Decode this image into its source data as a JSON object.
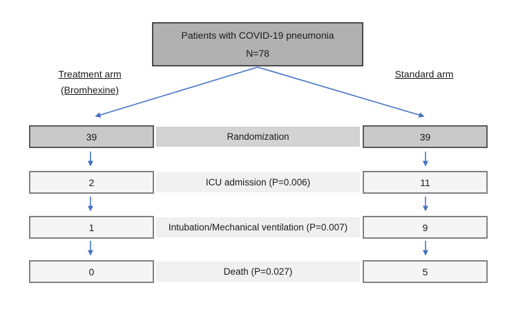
{
  "title_box": {
    "line1": "Patients with COVID-19 pneumonia",
    "line2": "N=78"
  },
  "arms": {
    "left": {
      "line1": "Treatment arm",
      "line2": "(Bromhexine)"
    },
    "right": {
      "line1": "Standard arm"
    }
  },
  "rows": [
    {
      "left": "39",
      "label": "Randomization",
      "right": "39"
    },
    {
      "left": "2",
      "label": "ICU admission (P=0.006)",
      "right": "11"
    },
    {
      "left": "1",
      "label": "Intubation/Mechanical ventilation (P=0.007)",
      "right": "9"
    },
    {
      "left": "0",
      "label": "Death (P=0.027)",
      "right": "5"
    }
  ],
  "colors": {
    "arrow_blue": "#4472c4",
    "title_box_fill": "#b1b1b1",
    "randomization_box_fill": "#c9c9c9",
    "randomization_band_fill": "#d3d3d3",
    "outcome_box_fill": "#f5f5f5",
    "outcome_band_fill": "#f0f0f0",
    "box_border_dark": "#595959",
    "box_border_light": "#808080"
  }
}
